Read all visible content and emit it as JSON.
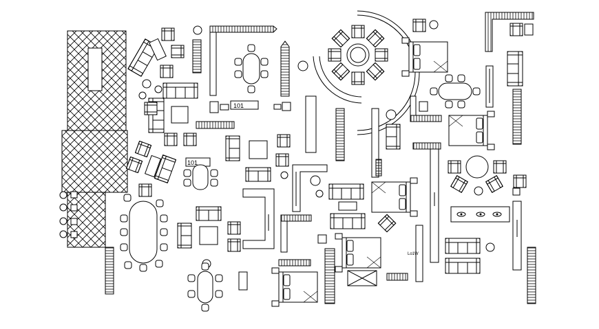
{
  "labels": {
    "table_number_center": "101",
    "table_number_left": "101",
    "small_tag": "Lo1W"
  },
  "colors": {
    "line": "#000000",
    "background": "#ffffff"
  }
}
